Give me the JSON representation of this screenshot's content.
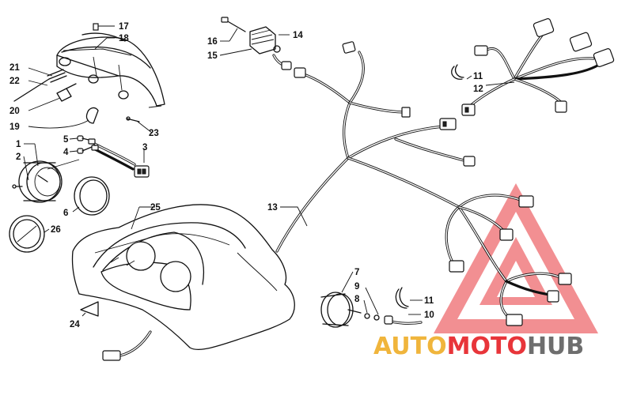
{
  "callouts": {
    "c1": "1",
    "c2": "2",
    "c3": "3",
    "c4": "4",
    "c5": "5",
    "c6": "6",
    "c7": "7",
    "c8": "8",
    "c9": "9",
    "c10": "10",
    "c11a": "11",
    "c11b": "11",
    "c12": "12",
    "c13": "13",
    "c14": "14",
    "c15": "15",
    "c16": "16",
    "c17": "17",
    "c18": "18",
    "c19": "19",
    "c20": "20",
    "c21": "21",
    "c22": "22",
    "c23": "23",
    "c24": "24",
    "c25": "25",
    "c26": "26"
  },
  "watermark": {
    "part1": "AUTO",
    "part2": "MOTO",
    "part3": "HUB",
    "color_gold": "#f0b53c",
    "color_red": "#e8353a",
    "color_gray": "#6e6e6e"
  },
  "icons": {
    "headlight": "headlight-assembly-icon",
    "gauge": "speedometer-gauge-icon",
    "harness": "wiring-harness-icon",
    "console": "dash-console-icon"
  }
}
